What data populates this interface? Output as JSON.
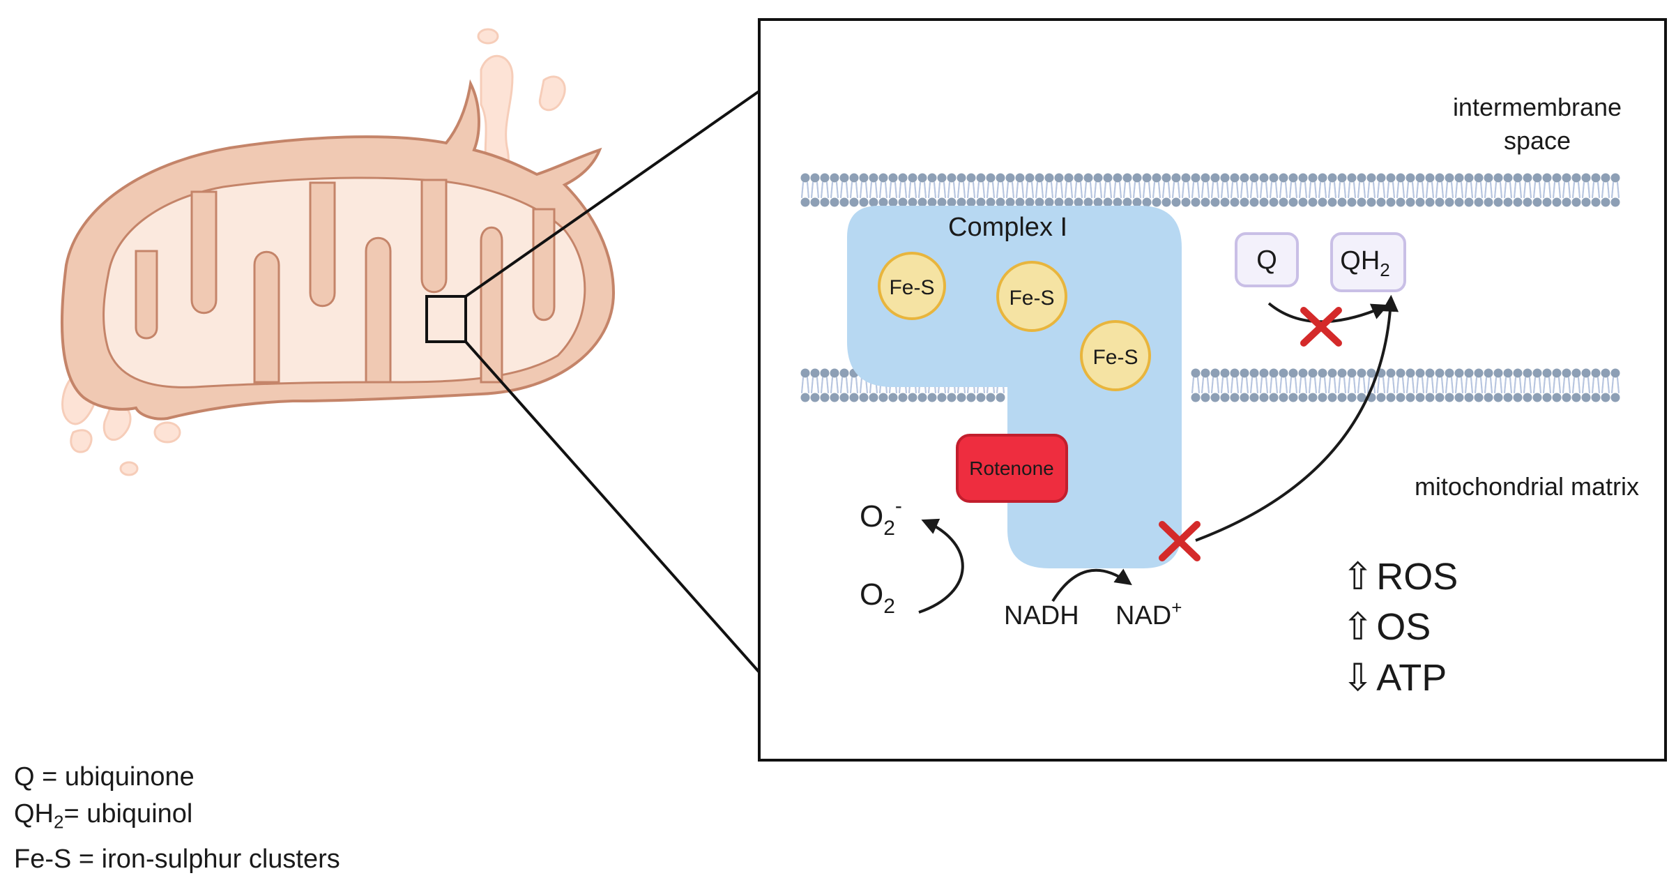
{
  "labels": {
    "intermembrane_line1": "intermembrane",
    "intermembrane_line2": "space",
    "matrix": "mitochondrial matrix",
    "complex": "Complex I",
    "fes": "Fe-S",
    "rotenone": "Rotenone",
    "q": "Q",
    "qh": "QH",
    "qh_sub": "2",
    "o2_base": "O",
    "o2_sub": "2",
    "o2_sup": "-",
    "nadh": "NADH",
    "nad_base": "NAD",
    "nad_sup": "+",
    "arrow_up": "⇧",
    "arrow_down": "⇩",
    "ros": "ROS",
    "os": "OS",
    "atp": "ATP"
  },
  "legend": {
    "q_def": "Q = ubiquinone",
    "qh2_prefix": "QH",
    "qh2_sub": "2",
    "qh2_rest": "= ubiquinol",
    "fes_def": "Fe-S = iron-sulphur clusters"
  },
  "colors": {
    "mito_fill": "#f0c9b3",
    "mito_stroke": "#c48469",
    "mito_inner": "#fbe9de",
    "mito_faded": "#fde3d6",
    "complex_fill": "#b7d8f2",
    "fes_fill": "#f5e3a3",
    "fes_stroke": "#e8b53d",
    "rotenone_fill": "#ee2d3f",
    "rotenone_stroke": "#c21e2d",
    "quinone_fill": "#f3f1fb",
    "quinone_stroke": "#c9bfe6",
    "membrane_head": "#8d9fb5",
    "membrane_tail": "#b8c6e0",
    "block_x": "#d42a2a"
  }
}
